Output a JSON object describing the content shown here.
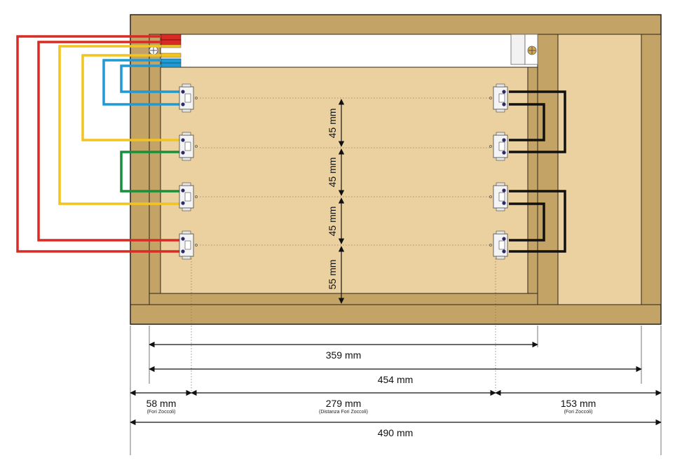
{
  "colors": {
    "frame": "#c4a366",
    "panel": "#ecd1a0",
    "outline": "#2a2418",
    "wire_red": "#d92b25",
    "wire_yellow": "#f2c41f",
    "wire_blue": "#1e9ad6",
    "wire_green": "#16913a",
    "wire_black": "#111111",
    "socket": "#f4f4f4",
    "pin": "#2b2a6b"
  },
  "vertical_dimensions": [
    {
      "id": "v1",
      "label": "45 mm"
    },
    {
      "id": "v2",
      "label": "45 mm"
    },
    {
      "id": "v3",
      "label": "45 mm"
    },
    {
      "id": "v4",
      "label": "55 mm"
    }
  ],
  "horizontal_dimensions": {
    "d359": {
      "label": "359 mm"
    },
    "d454": {
      "label": "454 mm"
    },
    "d58": {
      "label": "58 mm",
      "note": "(Fori Zoccoli)"
    },
    "d279": {
      "label": "279 mm",
      "note": "(Distanza Fori Zoccoli)"
    },
    "d153": {
      "label": "153 mm",
      "note": "(Fori Zoccoli)"
    },
    "d490": {
      "label": "490 mm"
    }
  },
  "sockets": {
    "left_count": 4,
    "right_count": 4
  }
}
